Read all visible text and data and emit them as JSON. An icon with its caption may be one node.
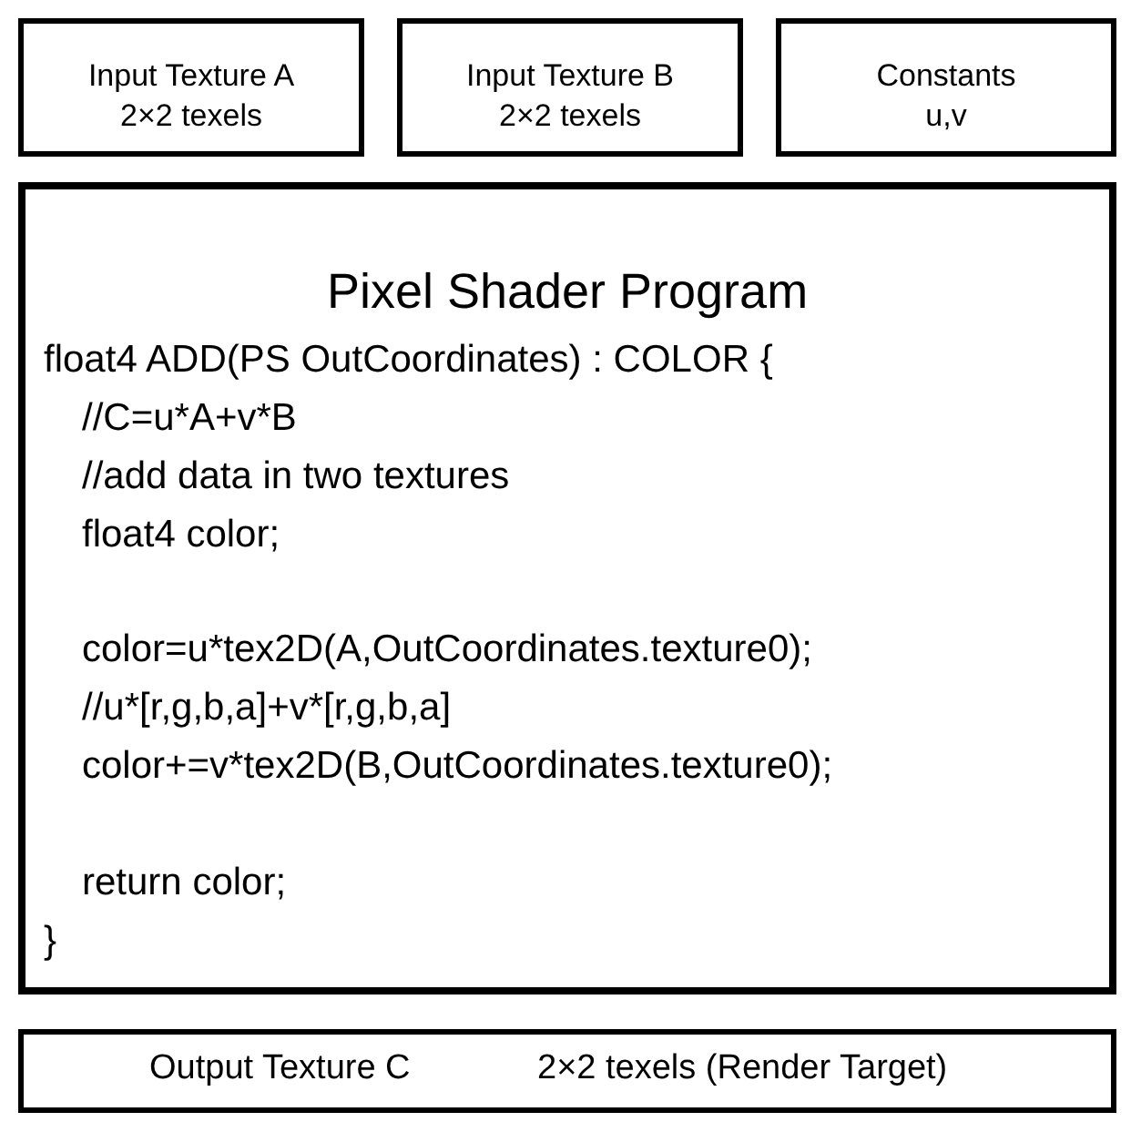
{
  "diagram": {
    "nodes": [
      {
        "text": [
          "Input Texture A",
          "2×2 texels"
        ]
      },
      {
        "text": [
          "Input Texture B",
          "2×2 texels"
        ]
      },
      {
        "text": [
          "Constants",
          "u,v"
        ]
      },
      {
        "text": [
          "Pixel Shader Program",
          "float4 ADD(PS OutCoordinates) : COLOR {",
          "//C=u*A+v*B",
          "//add data in two textures",
          "float4 color;",
          "color=u*tex2D(A,OutCoordinates.texture0);",
          "//u*[r,g,b,a]+v*[r,g,b,a]",
          "color+=v*tex2D(B,OutCoordinates.texture0);",
          "return color;",
          "}"
        ]
      },
      {
        "text": [
          "Output Texture C",
          "2×2 texels (Render Target)"
        ]
      }
    ],
    "edges": []
  }
}
